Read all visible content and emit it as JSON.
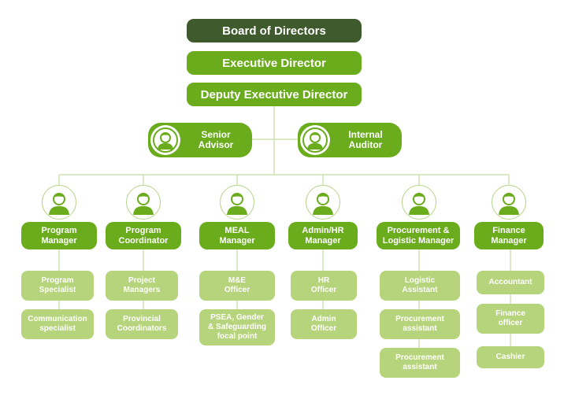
{
  "top": {
    "board": "Board of Directors",
    "executive": "Executive Director",
    "deputy": "Deputy Executive Director"
  },
  "advisors": {
    "senior_line1": "Senior",
    "senior_line2": "Advisor",
    "auditor_line1": "Internal",
    "auditor_line2": "Auditor"
  },
  "departments": [
    {
      "manager_line1": "Program",
      "manager_line2": "Manager",
      "subs": [
        {
          "line1": "Program",
          "line2": "Specialist"
        },
        {
          "line1": "Communication",
          "line2": "specialist"
        }
      ]
    },
    {
      "manager_line1": "Program",
      "manager_line2": "Coordinator",
      "subs": [
        {
          "line1": "Project",
          "line2": "Managers"
        },
        {
          "line1": "Provincial",
          "line2": "Coordinators"
        }
      ]
    },
    {
      "manager_line1": "MEAL",
      "manager_line2": "Manager",
      "subs": [
        {
          "line1": "M&E",
          "line2": "Officer"
        },
        {
          "line1": "PSEA, Gender",
          "line2": "& Safeguarding",
          "line3": "focal point"
        }
      ]
    },
    {
      "manager_line1": "Admin/HR",
      "manager_line2": "Manager",
      "subs": [
        {
          "line1": "HR",
          "line2": "Officer"
        },
        {
          "line1": "Admin",
          "line2": "Officer"
        }
      ]
    },
    {
      "manager_line1": "Procurement &",
      "manager_line2": "Logistic Manager",
      "subs": [
        {
          "line1": "Logistic",
          "line2": "Assistant"
        },
        {
          "line1": "Procurement",
          "line2": "assistant"
        },
        {
          "line1": "Procurement",
          "line2": "assistant"
        }
      ]
    },
    {
      "manager_line1": "Finance",
      "manager_line2": "Manager",
      "subs": [
        {
          "line1": "Accountant"
        },
        {
          "line1": "Finance",
          "line2": "officer"
        },
        {
          "line1": "Cashier"
        }
      ]
    }
  ],
  "colors": {
    "board": "#3f5a2c",
    "primary_green": "#6aac1c",
    "light_green": "#b6d47c",
    "connector": "#cfe2b0"
  },
  "icons": {
    "person": "person-icon"
  }
}
